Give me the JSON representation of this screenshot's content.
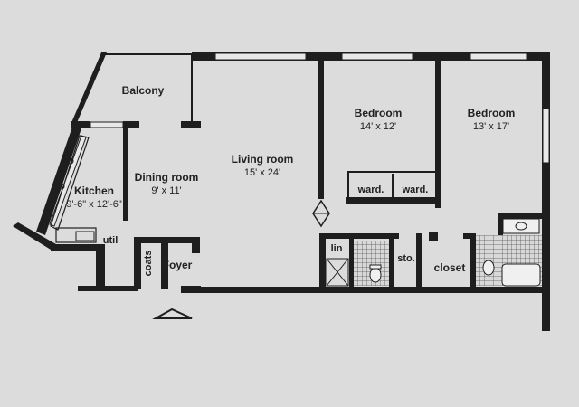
{
  "rooms": {
    "balcony": {
      "name": "Balcony"
    },
    "kitchen": {
      "name": "Kitchen",
      "size": "9'-6\" x 12'-6\""
    },
    "dining": {
      "name": "Dining room",
      "size": "9' x 11'"
    },
    "living": {
      "name": "Living room",
      "size": "15' x 24'"
    },
    "bedroom1": {
      "name": "Bedroom",
      "size": "14' x 12'"
    },
    "bedroom2": {
      "name": "Bedroom",
      "size": "13' x 17'"
    },
    "foyer": {
      "name": "Foyer"
    },
    "coats": {
      "name": "coats"
    },
    "util": {
      "name": "util"
    },
    "lin": {
      "name": "lin"
    },
    "sto": {
      "name": "sto."
    },
    "closet": {
      "name": "closet"
    },
    "ward1": {
      "name": "ward."
    },
    "ward2": {
      "name": "ward."
    }
  },
  "colors": {
    "background": "#dcdcdc",
    "wall": "#1e1e1e",
    "text": "#222222"
  }
}
